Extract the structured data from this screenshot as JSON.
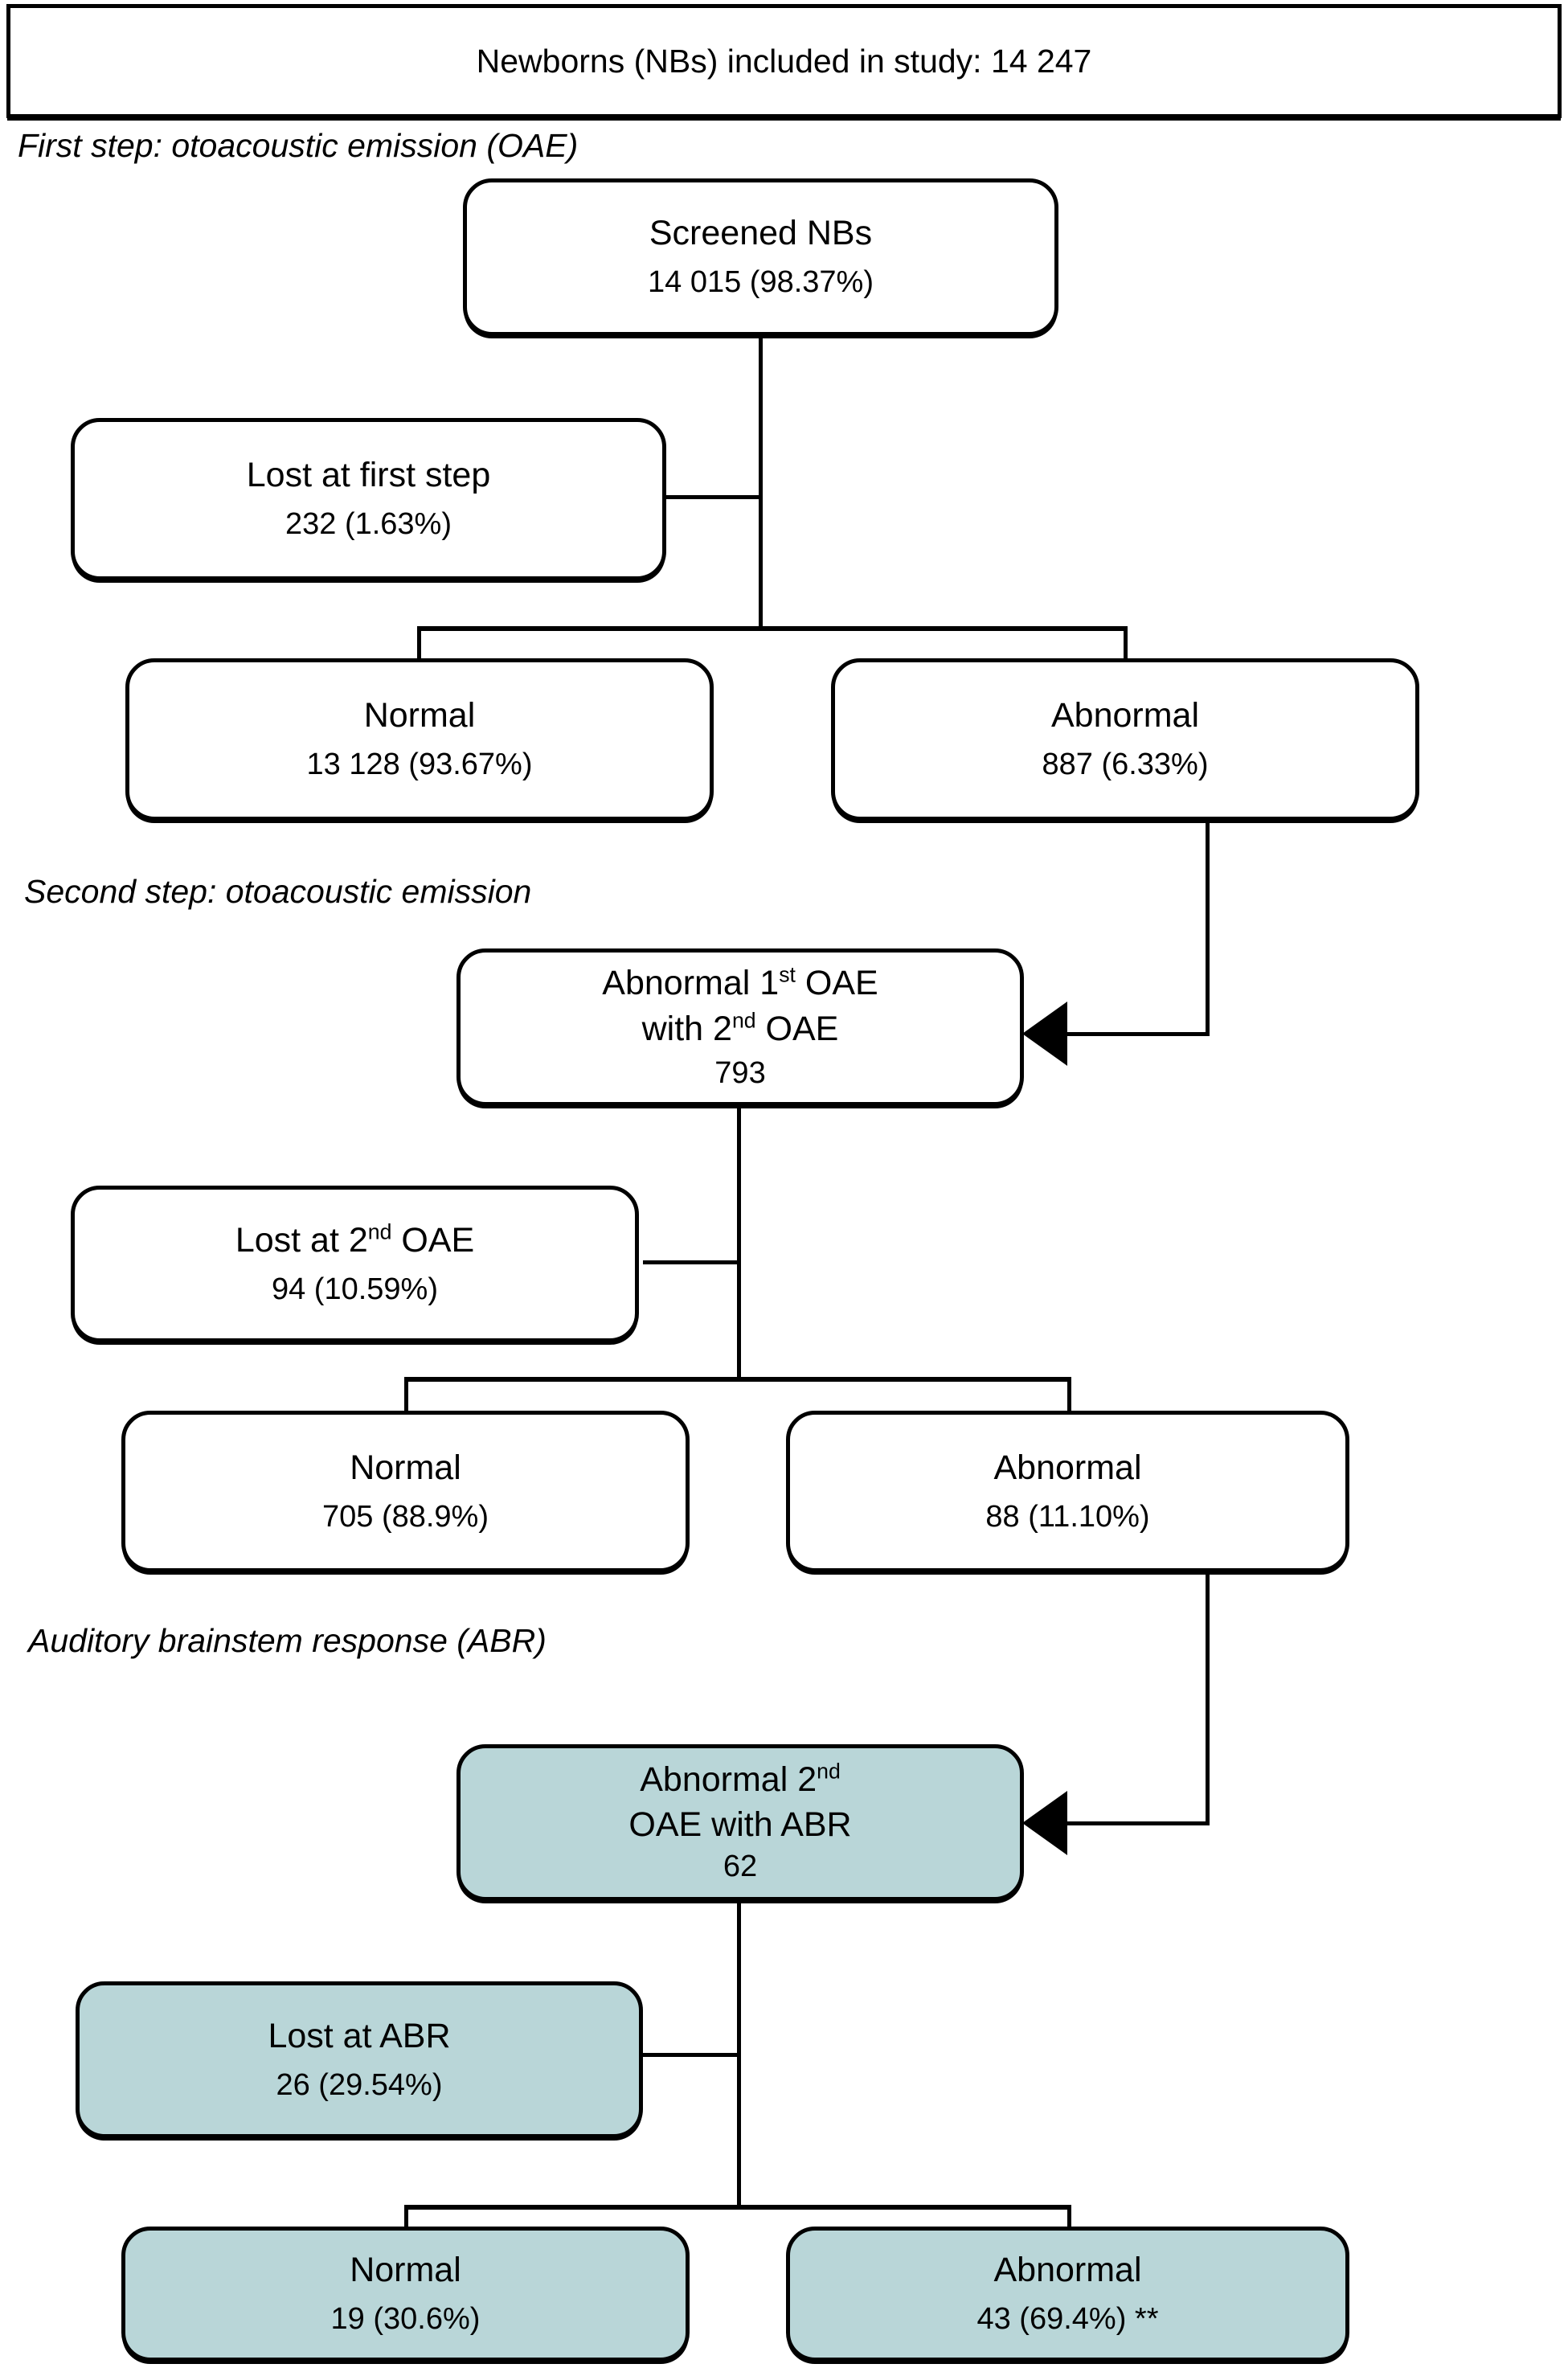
{
  "figure": {
    "title": "Newborns (NBs) included in study: 14 247"
  },
  "labels": {
    "first_step": "First step: otoacoustic emission (OAE)",
    "second_step": "Second step: otoacoustic emission",
    "abr": "Auditory brainstem response (ABR)"
  },
  "colors": {
    "white_fill": "#ffffff",
    "teal_fill": "#b9d6d8",
    "line": "#000000"
  },
  "boxes": {
    "screened": {
      "title": "Screened NBs",
      "value": "14 015 (98.37%)"
    },
    "lost_first": {
      "title": "Lost at first step",
      "value": "232 (1.63%)"
    },
    "normal_first": {
      "title": "Normal",
      "value": "13 128 (93.67%)"
    },
    "abnormal_first": {
      "title": "Abnormal",
      "value": "887 (6.33%)"
    },
    "abnormal_1st_oae": {
      "line1_pre": "Abnormal 1",
      "line1_sup": "st",
      "line1_post": " OAE",
      "line2_pre": "with 2",
      "line2_sup": "nd",
      "line2_post": " OAE",
      "value": "793"
    },
    "lost_2nd_oae": {
      "title_pre": "Lost at 2",
      "title_sup": "nd",
      "title_post": " OAE",
      "value": "94 (10.59%)"
    },
    "normal_second": {
      "title": "Normal",
      "value": "705 (88.9%)"
    },
    "abnormal_second": {
      "title": "Abnormal",
      "value": "88 (11.10%)"
    },
    "abnormal_2nd_abr": {
      "line1_pre": "Abnormal 2",
      "line1_sup": "nd",
      "line2": "OAE with ABR",
      "value": "62"
    },
    "lost_abr": {
      "title": "Lost at ABR",
      "value": "26 (29.54%)"
    },
    "normal_abr": {
      "title": "Normal",
      "value": "19 (30.6%)"
    },
    "abnormal_abr": {
      "title": "Abnormal",
      "value": "43 (69.4%) **"
    }
  }
}
